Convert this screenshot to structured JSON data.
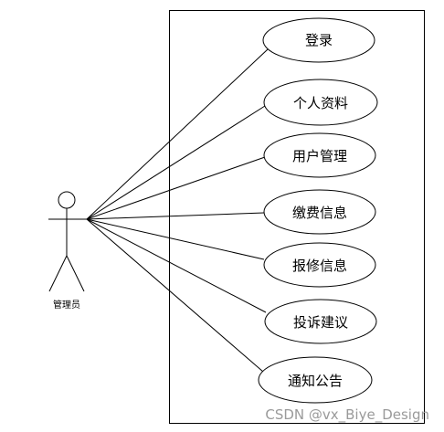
{
  "diagram": {
    "actor": {
      "label": "管理员"
    },
    "use_cases": [
      {
        "label": "登录"
      },
      {
        "label": "个人资料"
      },
      {
        "label": "用户管理"
      },
      {
        "label": "缴费信息"
      },
      {
        "label": "报修信息"
      },
      {
        "label": "投诉建议"
      },
      {
        "label": "通知公告"
      }
    ]
  },
  "watermark": "CSDN @vx_Biye_Design",
  "colors": {
    "stroke": "#000000",
    "background": "#ffffff",
    "watermark": "#9a9a9a"
  }
}
